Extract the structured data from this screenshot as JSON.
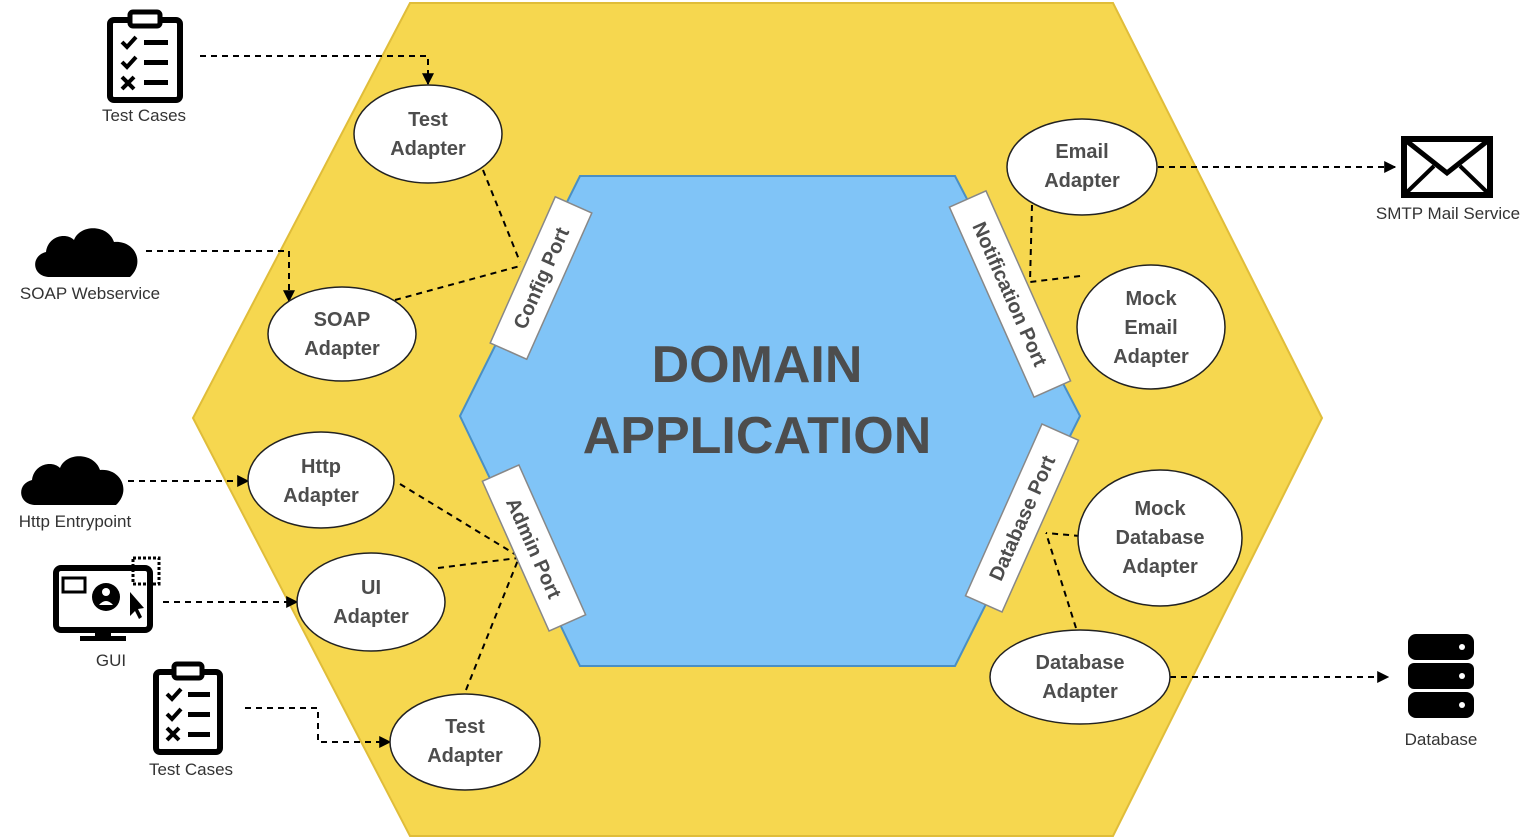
{
  "domain": {
    "line1": "DOMAIN",
    "line2": "APPLICATION"
  },
  "ports": {
    "config": "Config Port",
    "admin": "Admin Port",
    "notification": "Notification Port",
    "database": "Database Port"
  },
  "adapters": {
    "test_top": [
      "Test",
      "Adapter"
    ],
    "soap": [
      "SOAP",
      "Adapter"
    ],
    "http": [
      "Http",
      "Adapter"
    ],
    "ui": [
      "UI",
      "Adapter"
    ],
    "test_bottom": [
      "Test",
      "Adapter"
    ],
    "email": [
      "Email",
      "Adapter"
    ],
    "mock_email": [
      "Mock",
      "Email",
      "Adapter"
    ],
    "mock_database": [
      "Mock",
      "Database",
      "Adapter"
    ],
    "database": [
      "Database",
      "Adapter"
    ]
  },
  "externals": {
    "test_cases_top": "Test Cases",
    "soap_webservice": "SOAP Webservice",
    "http_entrypoint": "Http Entrypoint",
    "gui": "GUI",
    "test_cases_bottom": "Test Cases",
    "smtp": "SMTP Mail Service",
    "database": "Database"
  },
  "icons": {
    "test_cases_top": "clipboard-checklist-icon",
    "soap_webservice": "cloud-icon",
    "http_entrypoint": "cloud-icon",
    "gui": "monitor-user-icon",
    "test_cases_bottom": "clipboard-checklist-icon",
    "smtp": "envelope-icon",
    "database": "database-icon"
  },
  "colors": {
    "outer_hexagon": "#f6d74f",
    "inner_hexagon": "#80c4f7",
    "text": "#4d4d4d"
  }
}
